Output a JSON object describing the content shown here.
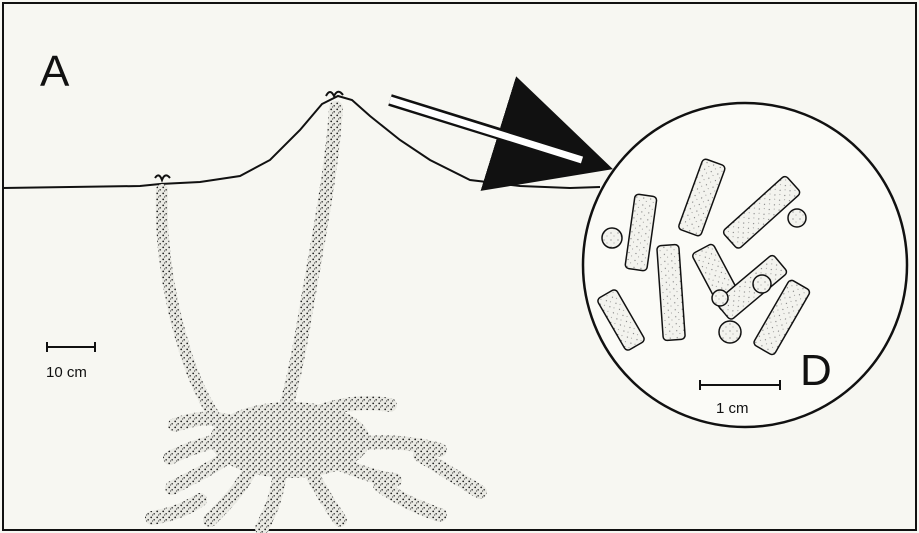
{
  "figure": {
    "panel_a_label": "A",
    "panel_d_label": "D",
    "scale_left_label": "10 cm",
    "scale_right_label": "1 cm"
  },
  "colors": {
    "ink": "#111111",
    "paper": "#f7f7f2"
  }
}
